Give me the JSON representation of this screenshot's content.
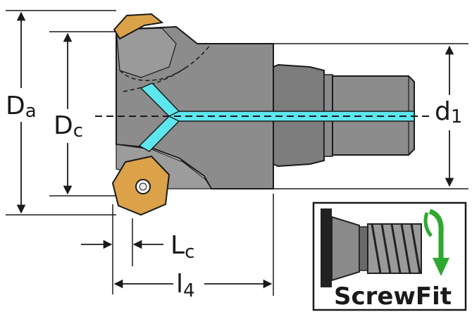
{
  "dimensions": {
    "da": {
      "main": "D",
      "sub": "a"
    },
    "dc": {
      "main": "D",
      "sub": "c"
    },
    "d1": {
      "main": "d",
      "sub": "1"
    },
    "lc": {
      "main": "L",
      "sub": "c"
    },
    "l4": {
      "main": "l",
      "sub": "4"
    }
  },
  "logo": {
    "text": "ScrewFit"
  },
  "colors": {
    "body": "#8c8c8c",
    "body_dark": "#6e6e6e",
    "coolant": "#5ee6ee",
    "insert": "#dba24a",
    "insert_edge": "#9a6a1e",
    "arrow_green": "#2fa82f",
    "line": "#1a1a1a"
  }
}
